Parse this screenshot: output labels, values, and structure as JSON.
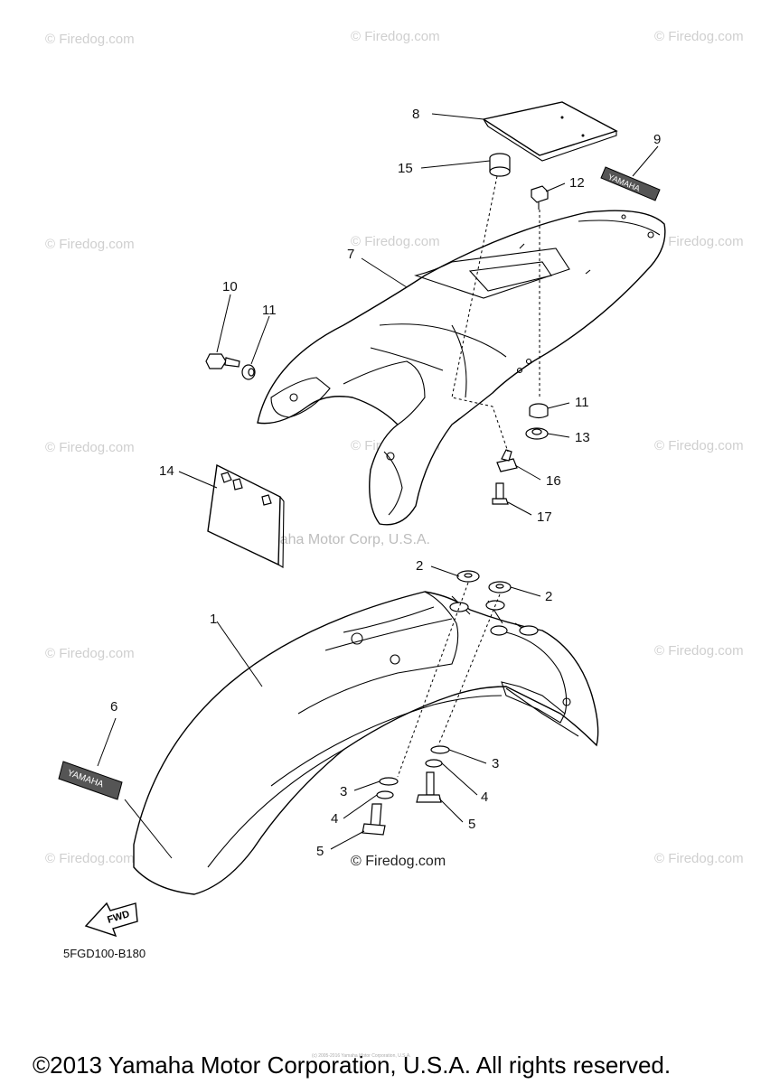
{
  "watermark": {
    "text": "© Firedog.com"
  },
  "center_credit": "Yamaha Motor Corp, U.S.A.",
  "bottom_watermark": "© Firedog.com",
  "diagram_code": "5FGD100-B180",
  "fwd_label": "FWD",
  "decal_text": "YAMAHA",
  "copyright": "©2013 Yamaha Motor Corporation, U.S.A. All rights reserved.",
  "fine_print": "(c) 2005-2016 Yamaha Motor Corporation, U.S.A.",
  "callouts": {
    "c1": "1",
    "c2a": "2",
    "c2b": "2",
    "c3a": "3",
    "c3b": "3",
    "c4a": "4",
    "c4b": "4",
    "c5a": "5",
    "c5b": "5",
    "c6": "6",
    "c7": "7",
    "c8": "8",
    "c9": "9",
    "c10": "10",
    "c11a": "11",
    "c11b": "11",
    "c12": "12",
    "c13": "13",
    "c14": "14",
    "c15": "15",
    "c16": "16",
    "c17": "17"
  }
}
